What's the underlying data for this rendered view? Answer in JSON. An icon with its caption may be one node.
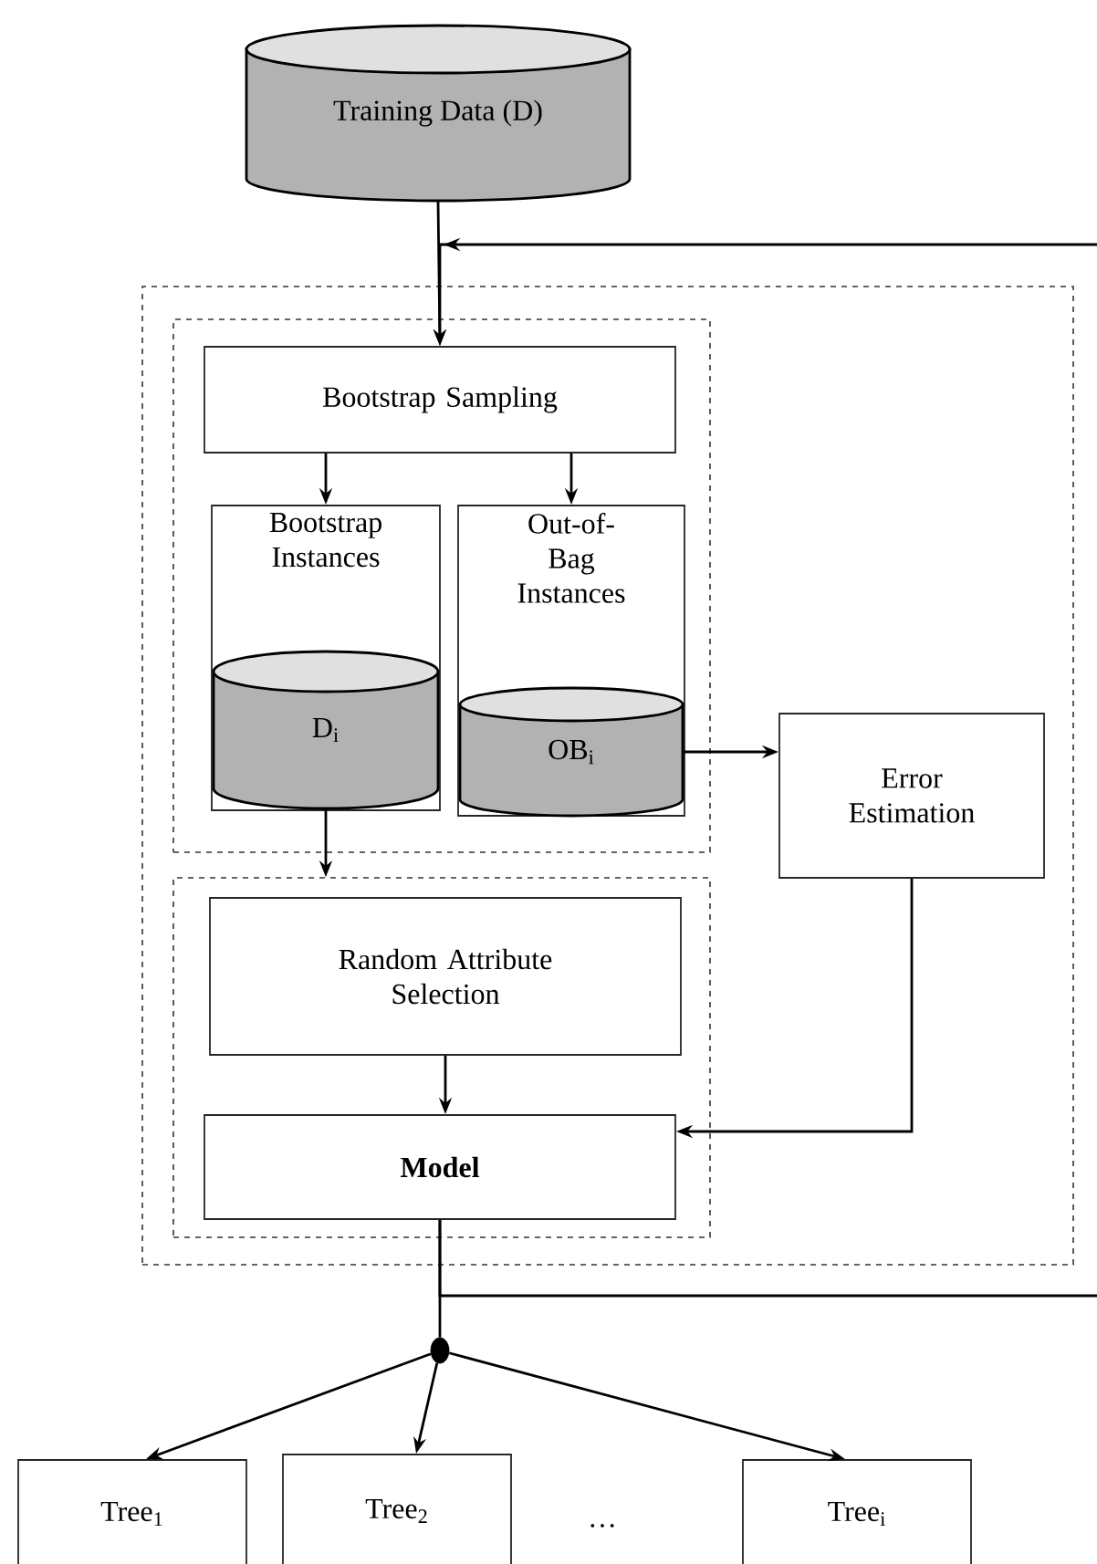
{
  "diagram": {
    "nodes": [
      {
        "text": [
          "Training Data (D)"
        ]
      },
      {
        "text": [],
        "shape": "box"
      },
      {
        "text": [],
        "shape": "box",
        "in": 1
      },
      {
        "text": [
          "Bootstrap Sampling"
        ],
        "in": 2
      },
      {
        "text": [
          "Bootstrap Instances"
        ],
        "in": 2
      },
      {
        "text": [
          "D$_{i}$"
        ],
        "in": 4
      },
      {
        "text": [
          "Out-of- Bag Instances"
        ],
        "in": 2
      },
      {
        "text": [
          "OB$_{i}$"
        ],
        "in": 6
      },
      {
        "text": [
          "Error Estimation"
        ],
        "in": 1
      },
      {
        "text": [],
        "shape": "box",
        "in": 1
      },
      {
        "text": [
          "Random Attribute Selection"
        ],
        "in": 9
      },
      {
        "text": [
          "Model"
        ],
        "in": 9
      },
      {
        "text": [],
        "shape": "circle"
      },
      {
        "text": [
          "Tree$_{1}$"
        ]
      },
      {
        "text": [
          "Tree$_{2}$"
        ]
      },
      {
        "text": [
          "Tree$_{i}$"
        ]
      }
    ],
    "edges": [
      {
        "from": 0,
        "to": 3,
        "arrow": "to"
      },
      {
        "from": null,
        "to": 3,
        "arrow": "to"
      },
      {
        "from": 3,
        "to": 4,
        "arrow": "to"
      },
      {
        "from": 3,
        "to": 6,
        "arrow": "to"
      },
      {
        "from": 5,
        "to": 9,
        "arrow": "to"
      },
      {
        "from": 7,
        "to": 8,
        "arrow": "to"
      },
      {
        "from": 10,
        "to": 11,
        "arrow": "to"
      },
      {
        "from": 8,
        "to": 11,
        "arrow": "to"
      },
      {
        "from": 11,
        "to": null,
        "arrow": "none"
      },
      {
        "from": 11,
        "to": 12,
        "arrow": "none"
      },
      {
        "from": 12,
        "to": 13,
        "arrow": "to"
      },
      {
        "from": 12,
        "to": 14,
        "arrow": "to"
      },
      {
        "from": 12,
        "to": 15,
        "arrow": "to"
      }
    ],
    "labels": [
      "…"
    ]
  }
}
